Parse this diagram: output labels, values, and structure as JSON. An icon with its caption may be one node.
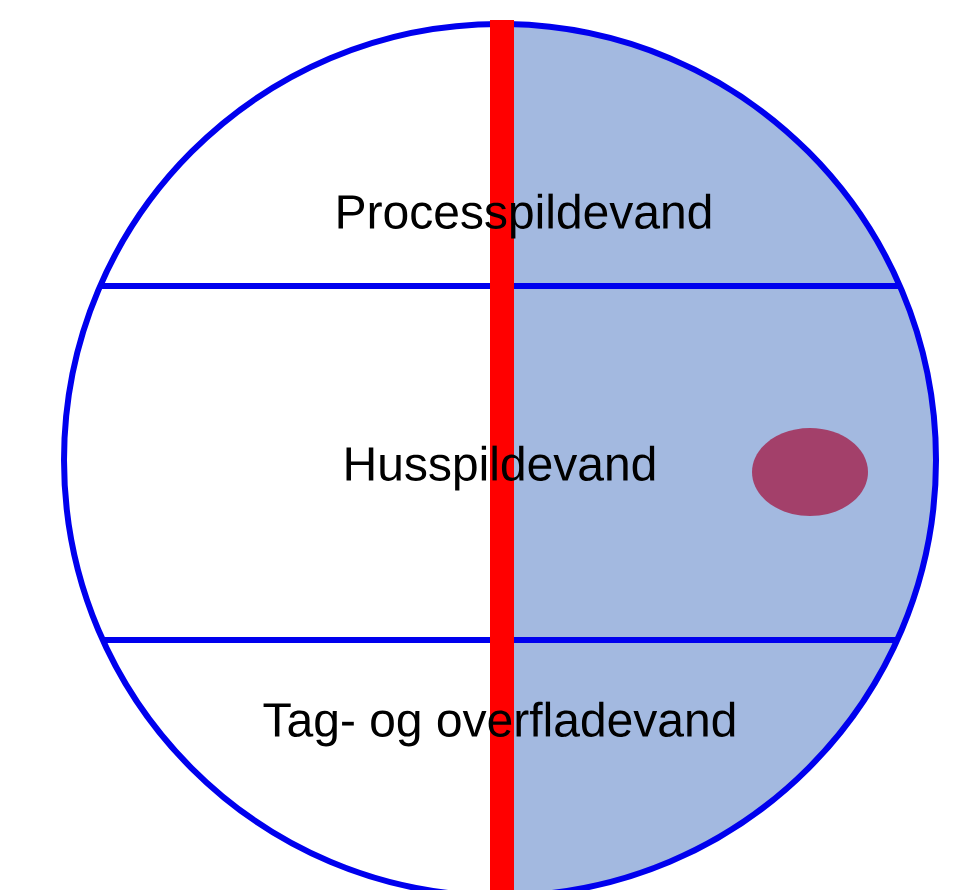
{
  "diagram": {
    "nodes": [
      {
        "text": [
          "Processpildevand"
        ]
      },
      {
        "text": [
          "Husspildevand"
        ]
      },
      {
        "text": [
          "Tag- og overfladevand"
        ]
      }
    ]
  }
}
